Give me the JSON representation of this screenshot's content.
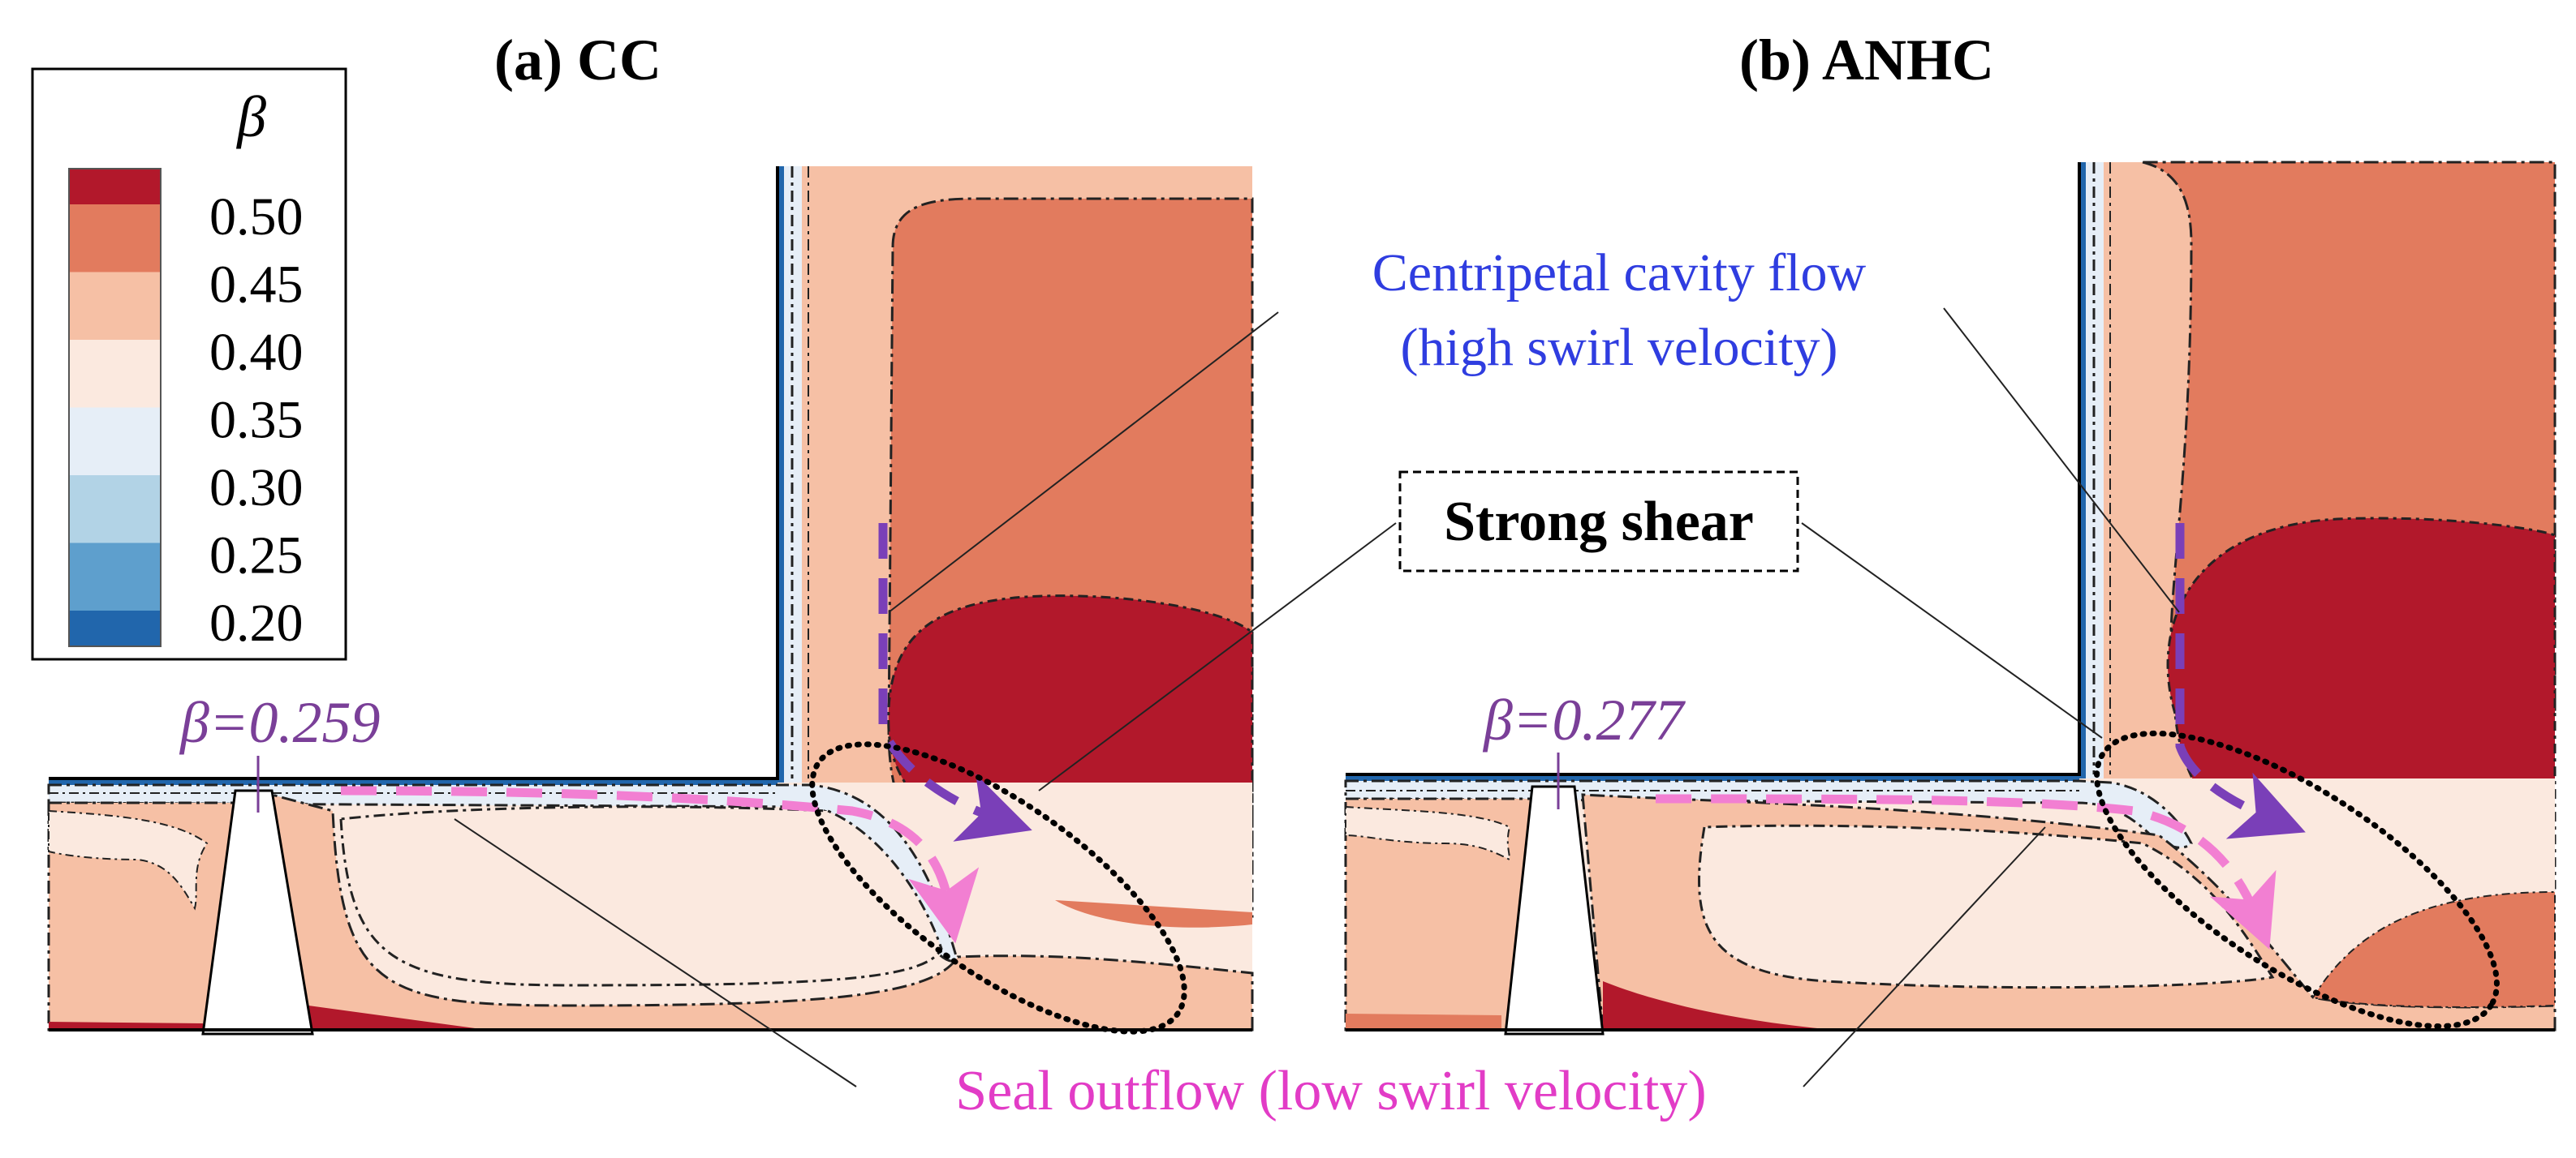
{
  "legend": {
    "symbol": "β",
    "levels": [
      {
        "label": "0.50",
        "color": "#b2182b"
      },
      {
        "label": "0.45",
        "color": "#e27b5e"
      },
      {
        "label": "0.40",
        "color": "#f6c0a5"
      },
      {
        "label": "0.35",
        "color": "#fbe9df"
      },
      {
        "label": "0.30",
        "color": "#e6eef7"
      },
      {
        "label": "0.25",
        "color": "#b2d3e6"
      },
      {
        "label": "0.20",
        "color": "#5e9fcd"
      }
    ],
    "bottom_color": "#2166ac"
  },
  "panels": {
    "a": {
      "title": "(a) CC",
      "beta_label": "β=0.259"
    },
    "b": {
      "title": "(b) ANHC",
      "beta_label": "β=0.277"
    }
  },
  "annotations": {
    "centripetal_line1": "Centripetal cavity flow",
    "centripetal_line2": "(high swirl velocity)",
    "strong_shear": "Strong shear",
    "seal_outflow": "Seal outflow (low swirl velocity)"
  },
  "colors": {
    "c050": "#b2182b",
    "c045": "#e27b5e",
    "c040": "#f6c0a5",
    "c035": "#fbe9df",
    "c030": "#e6eef7",
    "c025": "#b2d3e6",
    "c020": "#5e9fcd",
    "centripetal_text": "#2f3de0",
    "seal_text": "#e23cc6",
    "beta_marker": "#7a3f98",
    "pink_arrow": "#f27fd2",
    "purple_arrow": "#7a3fb8"
  }
}
